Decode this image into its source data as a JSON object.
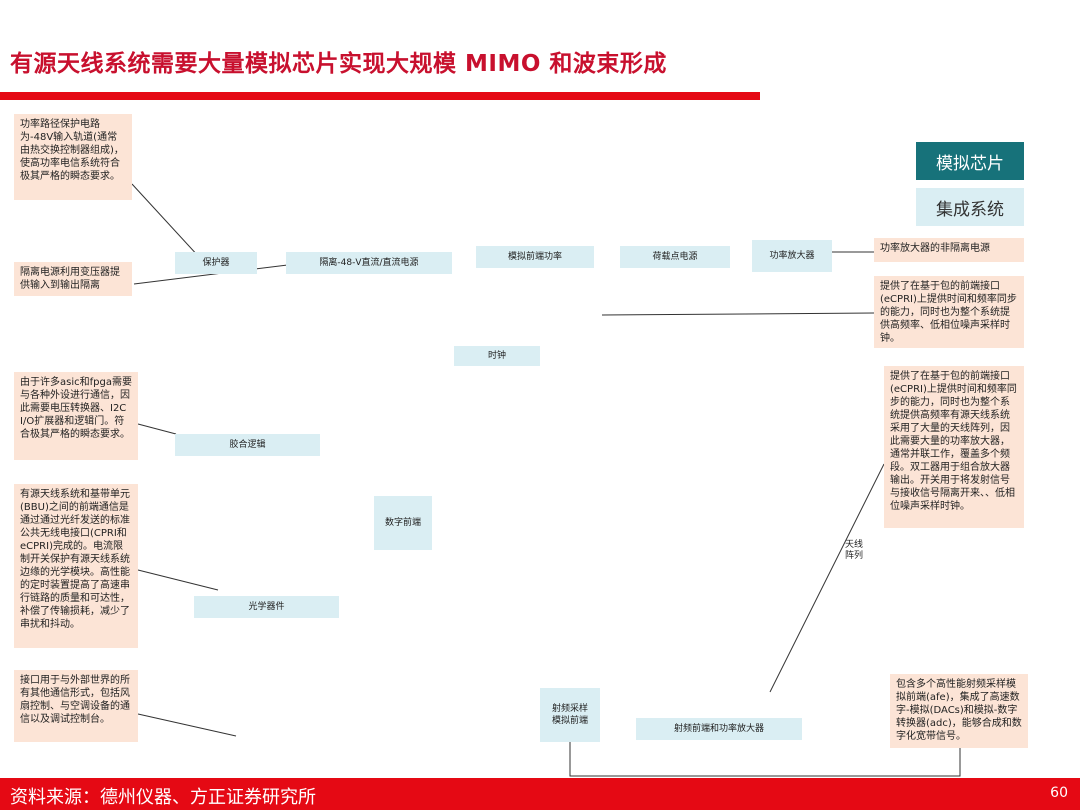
{
  "title": "有源天线系统需要大量模拟芯片实现大规模 MIMO 和波束形成",
  "legend": {
    "analog_chip": "模拟芯片",
    "integrated_system": "集成系统"
  },
  "notes": {
    "protection": "功率路径保护电路为-48V输入轨道(通常由热交换控制器组成)，使高功率电信系统符合极其严格的瞬态要求。",
    "isolation": "隔离电源利用变压器提供输入到输出隔离",
    "pa_non_isolated": "功率放大器的非隔离电源",
    "clock_top": "提供了在基于包的前端接口(eCPRI)上提供时间和频率同步的能力，同时也为整个系统提供高频率、低相位噪声采样时钟。",
    "clock_right": "提供了在基于包的前端接口(eCPRI)上提供时间和频率同步的能力，同时也为整个系统提供高频率有源天线系统采用了大量的天线阵列，因此需要大量的功率放大器，通常并联工作，覆盖多个频段。双工器用于组合放大器输出。开关用于将发射信号与接收信号隔离开来、、低相位噪声采样时钟。",
    "glue_logic": "由于许多asic和fpga需要与各种外设进行通信，因此需要电压转换器、I2C I/O扩展器和逻辑门。符合极其严格的瞬态要求。",
    "optical": "有源天线系统和基带单元(BBU)之间的前端通信是通过通过光纤发送的标准公共无线电接口(CPRI和eCPRI)完成的。电流限制开关保护有源天线系统边缘的光学模块。高性能的定时装置提高了高速串行链路的质量和可达性，补偿了传输损耗，减少了串扰和抖动。",
    "interface": "接口用于与外部世界的所有其他通信形式，包括风扇控制、与空调设备的通信以及调试控制台。",
    "afe": "包含多个高性能射频采样模拟前端(afe)，集成了高速数字-模拟(DACs)和模拟-数字转换器(adc)，能够合成和数字化宽带信号。"
  },
  "blocks": {
    "protector": "保护器",
    "isolated_dcdc": "隔离-48-V直流/直流电源",
    "analog_fe_power": "模拟前端功率",
    "pol_power": "荷载点电源",
    "power_amp": "功率放大器",
    "clock": "时钟",
    "glue": "胶合逻辑",
    "digital_fe": "数字前端",
    "optical_module": "光学器件",
    "antenna_array": "天线阵列",
    "rf_sampling_afe": "射频采样模拟前端",
    "rf_fe_pa": "射频前端和功率放大器"
  },
  "footer": {
    "source": "资料来源：德州仪器、方正证券研究所",
    "page": "60"
  },
  "colors": {
    "brand_red": "#e50914",
    "note_bg": "#fce4d6",
    "block_bg": "#daeef3",
    "legend_dark": "#17727a"
  }
}
